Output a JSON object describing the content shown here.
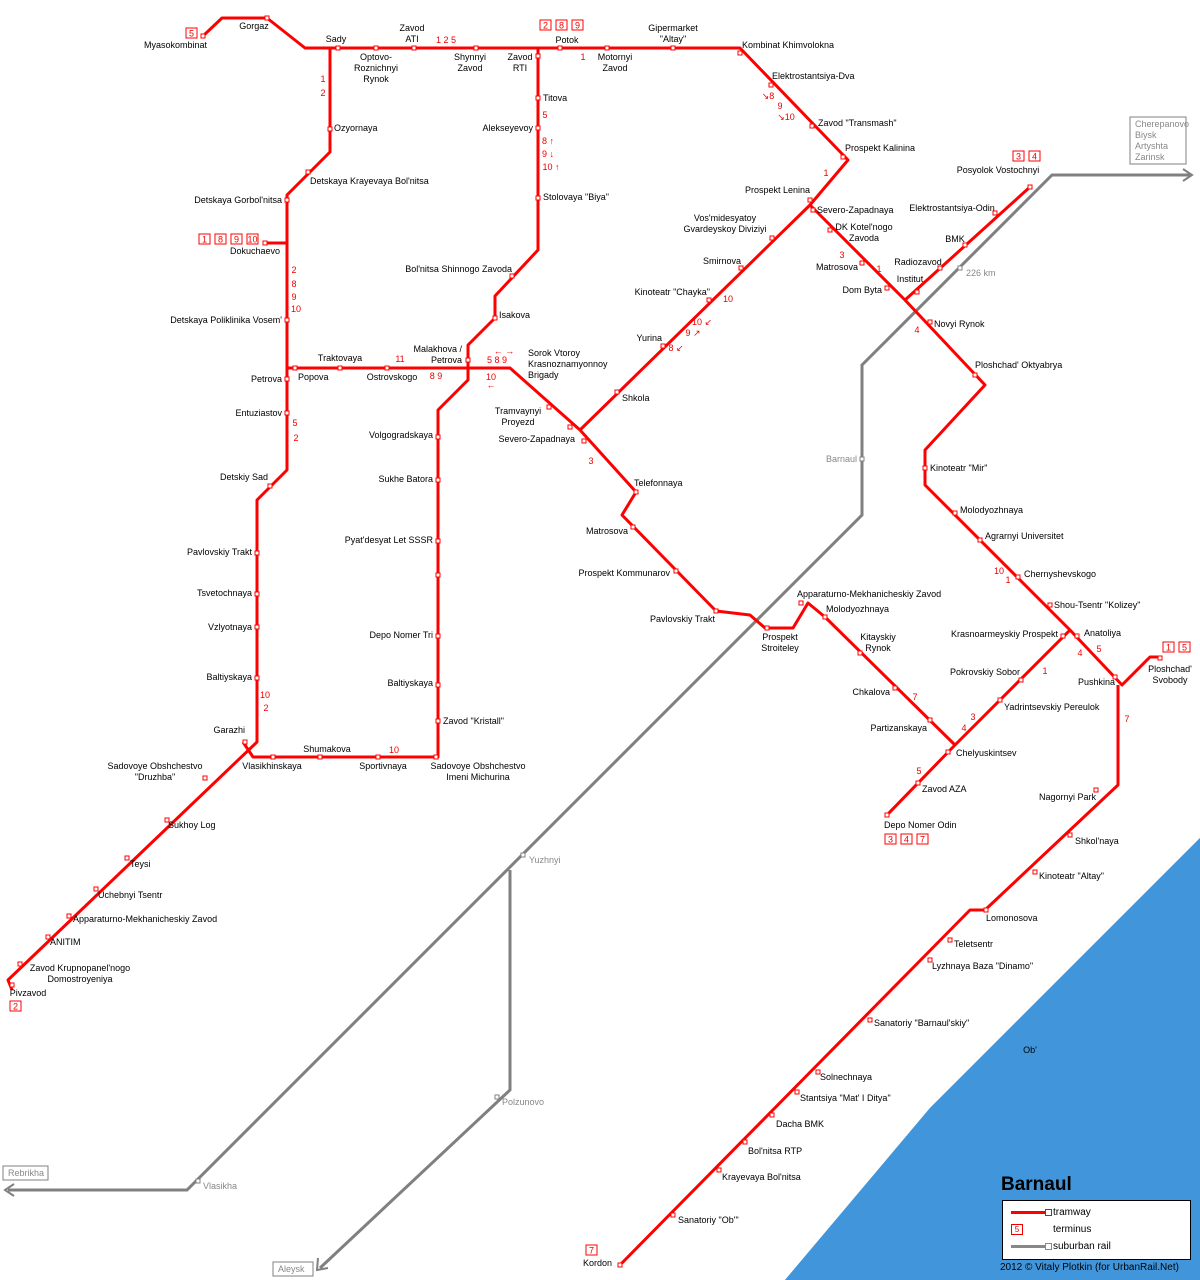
{
  "map_title": "Barnaul",
  "river_label": "Ob'",
  "colors": {
    "tramway": "#ff0000",
    "suburban": "#808080",
    "river": "#4196db"
  },
  "legend": {
    "tramway": "tramway",
    "terminus": "terminus",
    "terminus_sample": "5",
    "suburban": "suburban rail"
  },
  "credit": "2012 © Vitaly Plotkin (for UrbanRail.Net)",
  "stations": [
    "Myasokombinat",
    "Gorgaz",
    "Sady",
    "Optovo-\nRoznichnyi\nRynok",
    "Zavod\nATI",
    "Shynnyi\nZavod",
    "Zavod\nRTI",
    "Potok",
    "Motornyi\nZavod",
    "Gipermarket\n\"Altay\"",
    "Kombinat Khimvolokna",
    "Elektrostantsiya-Dva",
    "Zavod \"Transmash\"",
    "Prospekt Kalinina",
    "Prospekt Lenina",
    "Severo-Zapadnaya",
    "DK Kotel'nogo\nZavoda",
    "Matrosova",
    "Dom Byta",
    "Institut",
    "Radiozavod",
    "BMK",
    "Elektrostantsiya-Odin",
    "Posyolok Vostochnyi",
    "Novyi Rynok",
    "Ploshchad' Oktyabrya",
    "Kinoteatr \"Mir\"",
    "Molodyozhnaya",
    "Agrarnyi Universitet",
    "Chernyshevskogo",
    "Shou-Tsentr \"Kolizey\"",
    "Krasnoarmeyskiy Prospekt",
    "Anatoliya",
    "Pushkina",
    "Ploshchad'\nSvobody",
    "Nagornyi Park",
    "Shkol'naya",
    "Kinoteatr \"Altay\"",
    "Lomonosova",
    "Teletsentr",
    "Lyzhnaya Baza \"Dinamo\"",
    "Sanatoriy \"Barnaul'skiy\"",
    "Solnechnaya",
    "Stantsiya \"Mat' I Ditya\"",
    "Dacha BMK",
    "Bol'nitsa RTP",
    "Krayevaya Bol'nitsa",
    "Sanatoriy \"Ob'\"",
    "Kordon",
    "Pokrovskiy Sobor",
    "Yadrintsevskiy Pereulok",
    "Chelyuskintsev",
    "Zavod AZA",
    "Depo Nomer Odin",
    "Partizanskaya",
    "Chkalova",
    "Kitayskiy\nRynok",
    "Molodyozhnaya",
    "Apparaturno-Mekhanicheskiy Zavod",
    "Prospekt\nStroiteley",
    "Pavlovskiy Trakt",
    "Prospekt Kommunarov",
    "Matrosova",
    "Telefonnaya",
    "Severo-Zapadnaya",
    "Tramvaynyi\nProyezd",
    "Sorok Vtoroy\nKrasnoznamyonnoy\nBrigady",
    "Shkola",
    "Yurina",
    "Kinoteatr \"Chayka\"",
    "Smirnova",
    "Vos'midesyatoy\nGvardeyskoy Diviziyi",
    "Stolovaya \"Biya\"",
    "Alekseyevoy",
    "Titova",
    "Bol'nitsa Shinnogo Zavoda",
    "Isakova",
    "Malakhova /\nPetrova",
    "Volgogradskaya",
    "Sukhe Batora",
    "Pyat'desyat Let SSSR",
    "Depo Nomer Tri",
    "Baltiyskaya",
    "Zavod \"Kristall\"",
    "Sadovoye Obshchestvo\nImeni Michurina",
    "Sportivnaya",
    "Shumakova",
    "Vlasikhinskaya",
    "Garazhi",
    "Sadovoye Obshchestvo\n\"Druzhba\"",
    "Sukhoy Log",
    "Teysi",
    "Uchebnyi Tsentr",
    "Apparaturno-Mekhanicheskiy Zavod",
    "ANITIM",
    "Zavod Krupnopanel'nogo\nDomostroyeniya",
    "Pivzavod",
    "Baltiyskaya",
    "Vzlyotnaya",
    "Tsvetochnaya",
    "Pavlovskiy Trakt",
    "Detskiy Sad",
    "Entuziastov",
    "Petrova",
    "Popova",
    "Traktovaya",
    "Ostrovskogo",
    "Detskaya Poliklinika Vosem'",
    "Dokuchaevo",
    "Detskaya Gorbol'nitsa",
    "Detskaya Krayevaya Bol'nitsa",
    "Ozyornaya"
  ],
  "route_labels": [
    "1 2 5",
    "1",
    "1",
    "2",
    "5",
    "8 ↑",
    "9 ↓",
    "10 ↑",
    "↘8",
    "9",
    "↘10",
    "1",
    "3",
    "1",
    "4",
    "2",
    "8",
    "9",
    "10",
    "11",
    "8 9",
    "5 8 9",
    "← →",
    "10",
    "←",
    "10",
    "10 ↙",
    "9 ↗",
    "8 ↙",
    "3",
    "5",
    "2",
    "10",
    "2",
    "10",
    "10",
    "1",
    "4",
    "5",
    "1",
    "7",
    "3",
    "4",
    "5",
    "7",
    "7"
  ],
  "termini": [
    [
      "5"
    ],
    [
      "2",
      "8",
      "9"
    ],
    [
      "1",
      "8",
      "9",
      "10"
    ],
    [
      "3",
      "4"
    ],
    [
      "1",
      "5"
    ],
    [
      "3",
      "4",
      "7"
    ],
    [
      "2"
    ],
    [
      "7"
    ]
  ],
  "suburban_stations": [
    "Barnaul",
    "226 km",
    "Yuzhnyi",
    "Polzunovo",
    "Vlasikha"
  ],
  "destinations": [
    "Cherepanovo\nBiysk\nArtyshta\nZarinsk",
    "Rebrikha",
    "Aleysk"
  ]
}
